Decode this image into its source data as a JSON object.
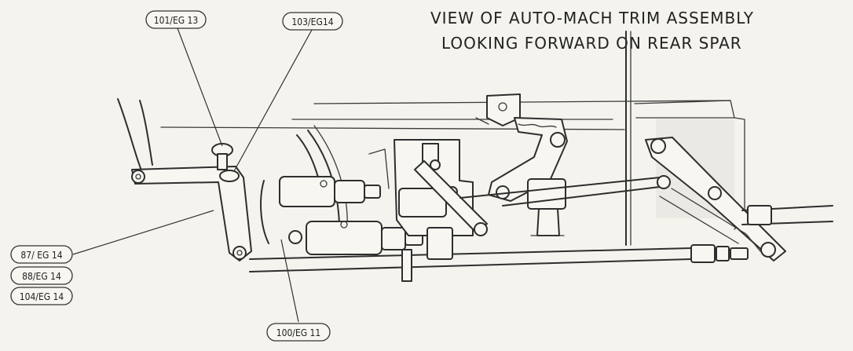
{
  "title": {
    "line1": "VIEW OF AUTO-MACH TRIM ASSEMBLY",
    "line2": "LOOKING FORWARD ON REAR SPAR"
  },
  "callouts": {
    "c101": "101/EG 13",
    "c103": "103/EG14",
    "c87": "87/ EG 14",
    "c88": "88/EG 14",
    "c104": "104/EG 14",
    "c100": "100/EG 11"
  }
}
